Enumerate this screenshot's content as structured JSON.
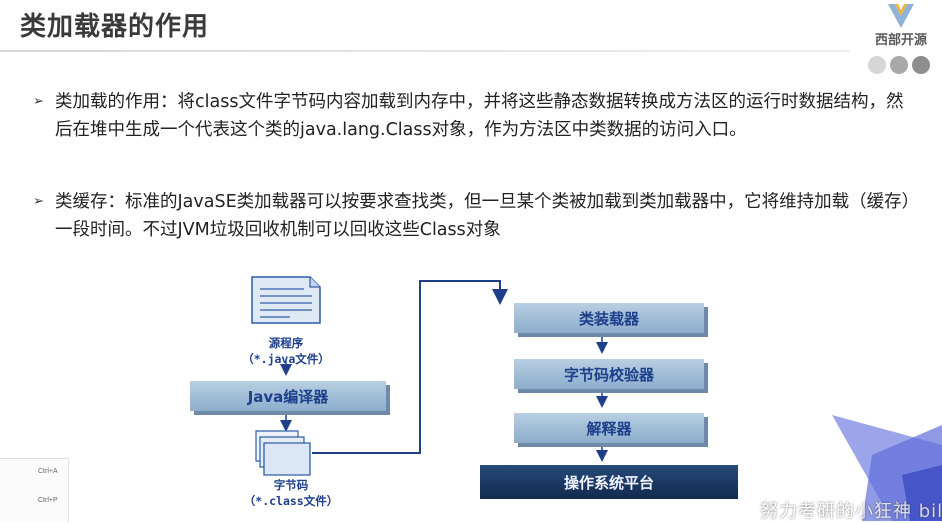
{
  "slide": {
    "title": "类加载器的作用"
  },
  "brand": {
    "name": "西部开源"
  },
  "bullets": [
    {
      "marker": "➢",
      "text": "类加载的作用：将class文件字节码内容加载到内存中，并将这些静态数据转换成方法区的运行时数据结构，然后在堆中生成一个代表这个类的java.lang.Class对象，作为方法区中类数据的访问入口。"
    },
    {
      "marker": "➢",
      "text": "类缓存：标准的JavaSE类加载器可以按要求查找类，但一旦某个类被加载到类加载器中，它将维持加载（缓存）一段时间。不过JVM垃圾回收机制可以回收这些Class对象"
    }
  ],
  "diagram": {
    "source_label_line1": "源程序",
    "source_label_line2": "（*.java文件）",
    "compiler": "Java编译器",
    "bytecode_label_line1": "字节码",
    "bytecode_label_line2": "（*.class文件）",
    "class_loader": "类装载器",
    "verifier": "字节码校验器",
    "interpreter": "解释器",
    "platform": "操作系统平台"
  },
  "shortcuts": [
    "Ctrl+A",
    "Ctrl+P"
  ],
  "watermark": "努力考研的小狂神 bilibili",
  "colors": {
    "accent_blue": "#1e3f8c",
    "bar_blue": "#9fbcd6",
    "platform_dark": "#1a3660",
    "arrow": "#1f3f8a",
    "dot_colors": [
      "#d6d6d6",
      "#a9a9a9",
      "#8e8e8e"
    ]
  }
}
